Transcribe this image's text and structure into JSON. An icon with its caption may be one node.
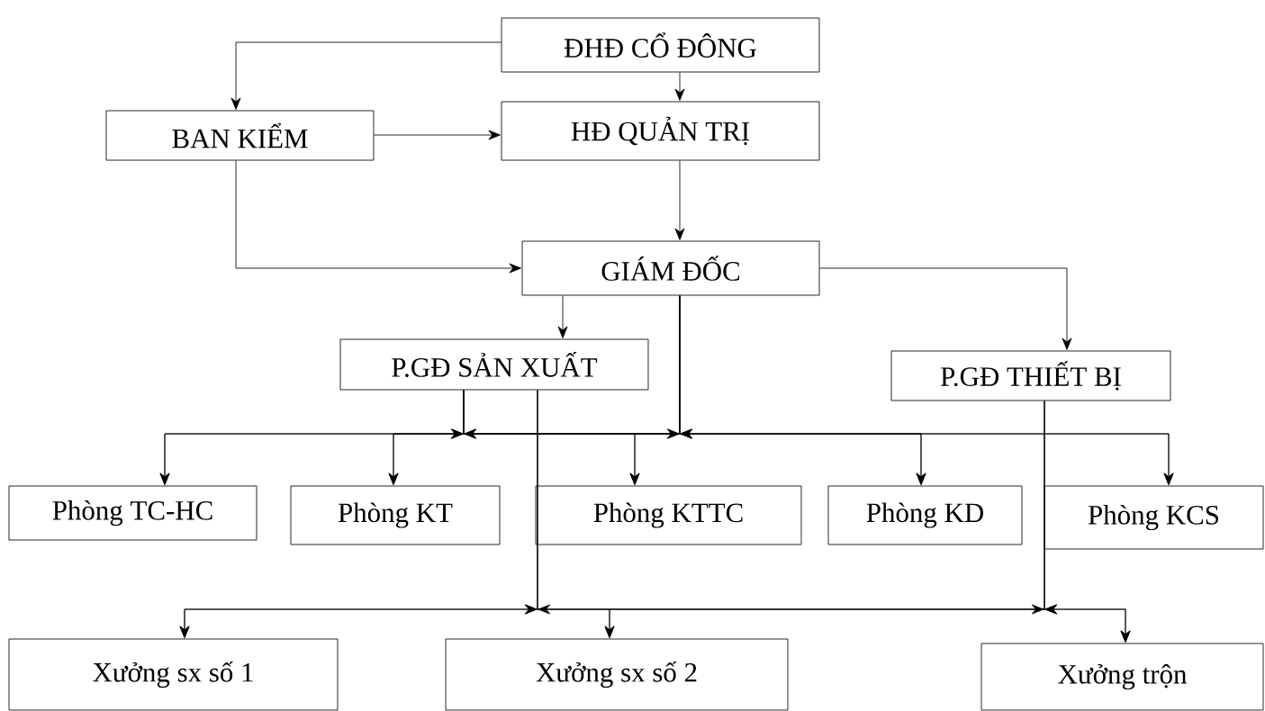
{
  "diagram": {
    "nodes": [
      {
        "text": [
          "ĐHĐ CỔ ĐÔNG"
        ]
      },
      {
        "text": [
          "BAN KIỂM"
        ]
      },
      {
        "text": [
          "HĐ QUẢN TRỊ"
        ]
      },
      {
        "text": [
          "GIÁM  ĐỐC"
        ]
      },
      {
        "text": [
          "P.GĐ SẢN XUẤT"
        ]
      },
      {
        "text": [
          "P.GĐ THIẾT BỊ"
        ]
      },
      {
        "text": [
          "Phòng TC-HC"
        ]
      },
      {
        "text": [
          "Phòng KT"
        ]
      },
      {
        "text": [
          "Phòng  KTTC"
        ]
      },
      {
        "text": [
          "Phòng KD"
        ]
      },
      {
        "text": [
          "Phòng KCS"
        ]
      },
      {
        "text": [
          "Xưởng sx số 1"
        ]
      },
      {
        "text": [
          "Xưởng sx số 2"
        ]
      },
      {
        "text": [
          "Xưởng trộn"
        ]
      }
    ],
    "edges": [
      {
        "from": 0,
        "to": 1,
        "arrow": "to"
      },
      {
        "from": 0,
        "to": 2,
        "arrow": "to"
      },
      {
        "from": 1,
        "to": 2,
        "arrow": "to"
      },
      {
        "from": 1,
        "to": 3,
        "arrow": "to"
      },
      {
        "from": 2,
        "to": 3,
        "arrow": "to"
      },
      {
        "from": 3,
        "to": 4,
        "arrow": "to"
      },
      {
        "from": 3,
        "to": 5,
        "arrow": "to"
      },
      {
        "from": 3,
        "to": 6,
        "arrow": "to"
      },
      {
        "from": 3,
        "to": 7,
        "arrow": "to"
      },
      {
        "from": 3,
        "to": 8,
        "arrow": "to"
      },
      {
        "from": 3,
        "to": 9,
        "arrow": "to"
      },
      {
        "from": 3,
        "to": 10,
        "arrow": "to"
      },
      {
        "from": 4,
        "to": 6,
        "arrow": "to"
      },
      {
        "from": 4,
        "to": 7,
        "arrow": "to"
      },
      {
        "from": 4,
        "to": 8,
        "arrow": "to"
      },
      {
        "from": 4,
        "to": 9,
        "arrow": "to"
      },
      {
        "from": 4,
        "to": 10,
        "arrow": "to"
      },
      {
        "from": 4,
        "to": 11,
        "arrow": "to"
      },
      {
        "from": 4,
        "to": 12,
        "arrow": "to"
      },
      {
        "from": 4,
        "to": 13,
        "arrow": "to"
      },
      {
        "from": 5,
        "to": 11,
        "arrow": "to"
      },
      {
        "from": 5,
        "to": 12,
        "arrow": "to"
      },
      {
        "from": 5,
        "to": 13,
        "arrow": "to"
      }
    ]
  }
}
